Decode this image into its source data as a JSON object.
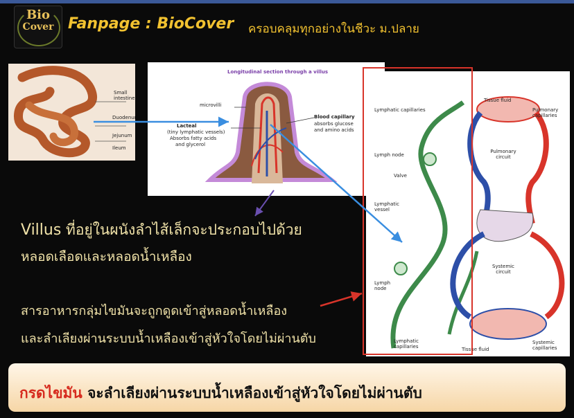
{
  "header": {
    "logo_line1": "Bio",
    "logo_line2": "Cover",
    "title": "Fanpage : BioCover",
    "subtitle": "ครอบคลุมทุกอย่างในชีวะ ม.ปลาย"
  },
  "intestine_labels": {
    "small_intestine": "Small intestine",
    "duodenum": "Duodenum",
    "jejunum": "Jejunum",
    "ileum": "Ileum"
  },
  "villus_diagram": {
    "title": "Longitudinal section through a villus",
    "microvilli": "microvilli",
    "lacteal": "Lacteal",
    "lacteal_desc1": "(tiny lymphatic vessels)",
    "lacteal_desc2": "Absorbs fatty acids",
    "lacteal_desc3": "and glycerol",
    "blood_capillary": "Blood capillary",
    "blood_desc1": "absorbs glucose",
    "blood_desc2": "and amino acids"
  },
  "circulation_labels": {
    "lymphatic_capillaries_top": "Lymphatic capillaries",
    "tissue_fluid_top": "Tissue fluid",
    "pulmonary_capillaries": "Pulmonary capillaries",
    "lymph_node_1": "Lymph node",
    "pulmonary_circuit": "Pulmonary circuit",
    "valve": "Valve",
    "lymphatic_vessel": "Lymphatic vessel",
    "systemic_circuit": "Systemic circuit",
    "lymph_node_2": "Lymph node",
    "lymphatic_capillaries_bottom": "Lymphatic capillaries",
    "tissue_fluid_bottom": "Tissue fluid",
    "systemic_capillaries": "Systemic capillaries"
  },
  "body_text": {
    "villus_word": "Villus",
    "line1_rest": "ที่อยู่ในผนังลำไส้เล็กจะประกอบไปด้วย",
    "line2": "หลอดเลือดและหลอดน้ำเหลือง",
    "line3": "สารอาหารกลุ่มไขมันจะถูกดูดเข้าสู่หลอดน้ำเหลือง",
    "line4": "และลำเลียงผ่านระบบน้ำเหลืองเข้าสู่หัวใจโดยไม่ผ่านตับ"
  },
  "conclusion": {
    "highlight": "กรดไขมัน",
    "rest": "จะลำเลียงผ่านระบบน้ำเหลืองเข้าสู่หัวใจโดยไม่ผ่านตับ"
  },
  "colors": {
    "title": "#f2c230",
    "body_text": "#f0e2a8",
    "highlight_red": "#d62a1e",
    "frame_red": "#d8342a",
    "lymph_green": "#3d8a4a",
    "blood_red": "#e0392b",
    "blood_blue": "#2d4fa8"
  }
}
